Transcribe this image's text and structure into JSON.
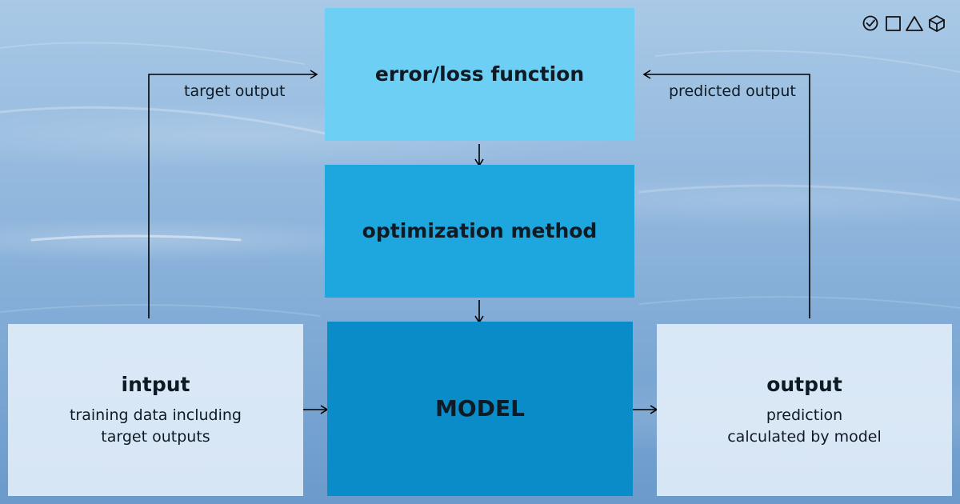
{
  "diagram": {
    "boxes": {
      "loss": {
        "title": "error/loss function",
        "color": "#6ecff5"
      },
      "optimization": {
        "title": "optimization method",
        "color": "#1ea6df"
      },
      "model": {
        "title": "MODEL",
        "color": "#0a8cc8"
      },
      "input": {
        "title": "intput",
        "subtitle_line1": "training data including",
        "subtitle_line2": "target outputs"
      },
      "output": {
        "title": "output",
        "subtitle_line1": "prediction",
        "subtitle_line2": "calculated by model"
      }
    },
    "edges": {
      "target_label": "target output",
      "predicted_label": "predicted output"
    }
  },
  "brand_icons": [
    "check-circle-icon",
    "square-icon",
    "triangle-icon",
    "cube-icon"
  ]
}
